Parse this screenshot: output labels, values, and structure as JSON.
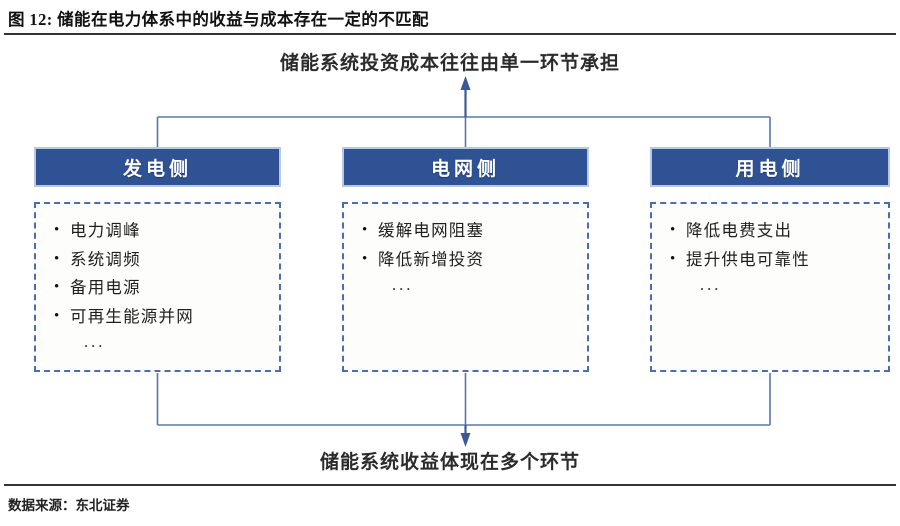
{
  "figure": {
    "title": "图 12: 储能在电力体系中的收益与成本存在一定的不匹配",
    "source": "数据来源：东北证券"
  },
  "diagram": {
    "type": "flow-diagram",
    "top_caption": "储能系统投资成本往往由单一环节承担",
    "bottom_caption": "储能系统收益体现在多个环节",
    "accent_color": "#2F5295",
    "dashed_border_color": "#4A6DAB",
    "columns": [
      {
        "header": "发电侧",
        "items": [
          "电力调峰",
          "系统调频",
          "备用电源",
          "可再生能源并网"
        ],
        "ellipsis": "..."
      },
      {
        "header": "电网侧",
        "items": [
          "缓解电网阻塞",
          "降低新增投资"
        ],
        "ellipsis": "..."
      },
      {
        "header": "用电侧",
        "items": [
          "降低电费支出",
          "提升供电可靠性"
        ],
        "ellipsis": "..."
      }
    ],
    "bullet_glyph": "•"
  }
}
